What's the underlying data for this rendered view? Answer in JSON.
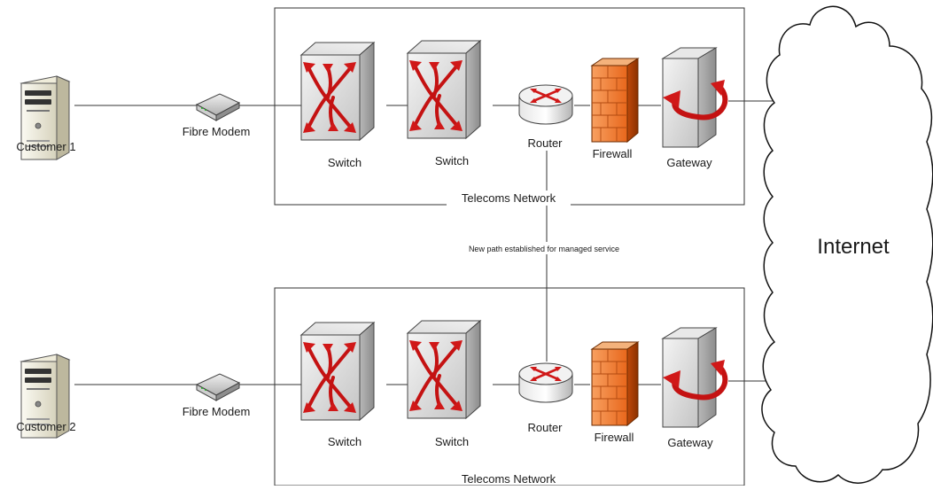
{
  "customers": [
    {
      "label": "Customer 1",
      "modem_label": "Fibre Modem"
    },
    {
      "label": "Customer 2",
      "modem_label": "Fibre Modem"
    }
  ],
  "networks": [
    {
      "title": "Telecoms Network",
      "switch_labels": [
        "Switch",
        "Switch"
      ],
      "router_label": "Router",
      "firewall_label": "Firewall",
      "gateway_label": "Gateway"
    },
    {
      "title": "Telecoms Network",
      "switch_labels": [
        "Switch",
        "Switch"
      ],
      "router_label": "Router",
      "firewall_label": "Firewall",
      "gateway_label": "Gateway"
    }
  ],
  "managed_path_label": "New path established for managed service",
  "internet_label": "Internet",
  "colors": {
    "arrow_red": "#d01818",
    "firewall_orange": "#f07020",
    "line": "#333333"
  }
}
